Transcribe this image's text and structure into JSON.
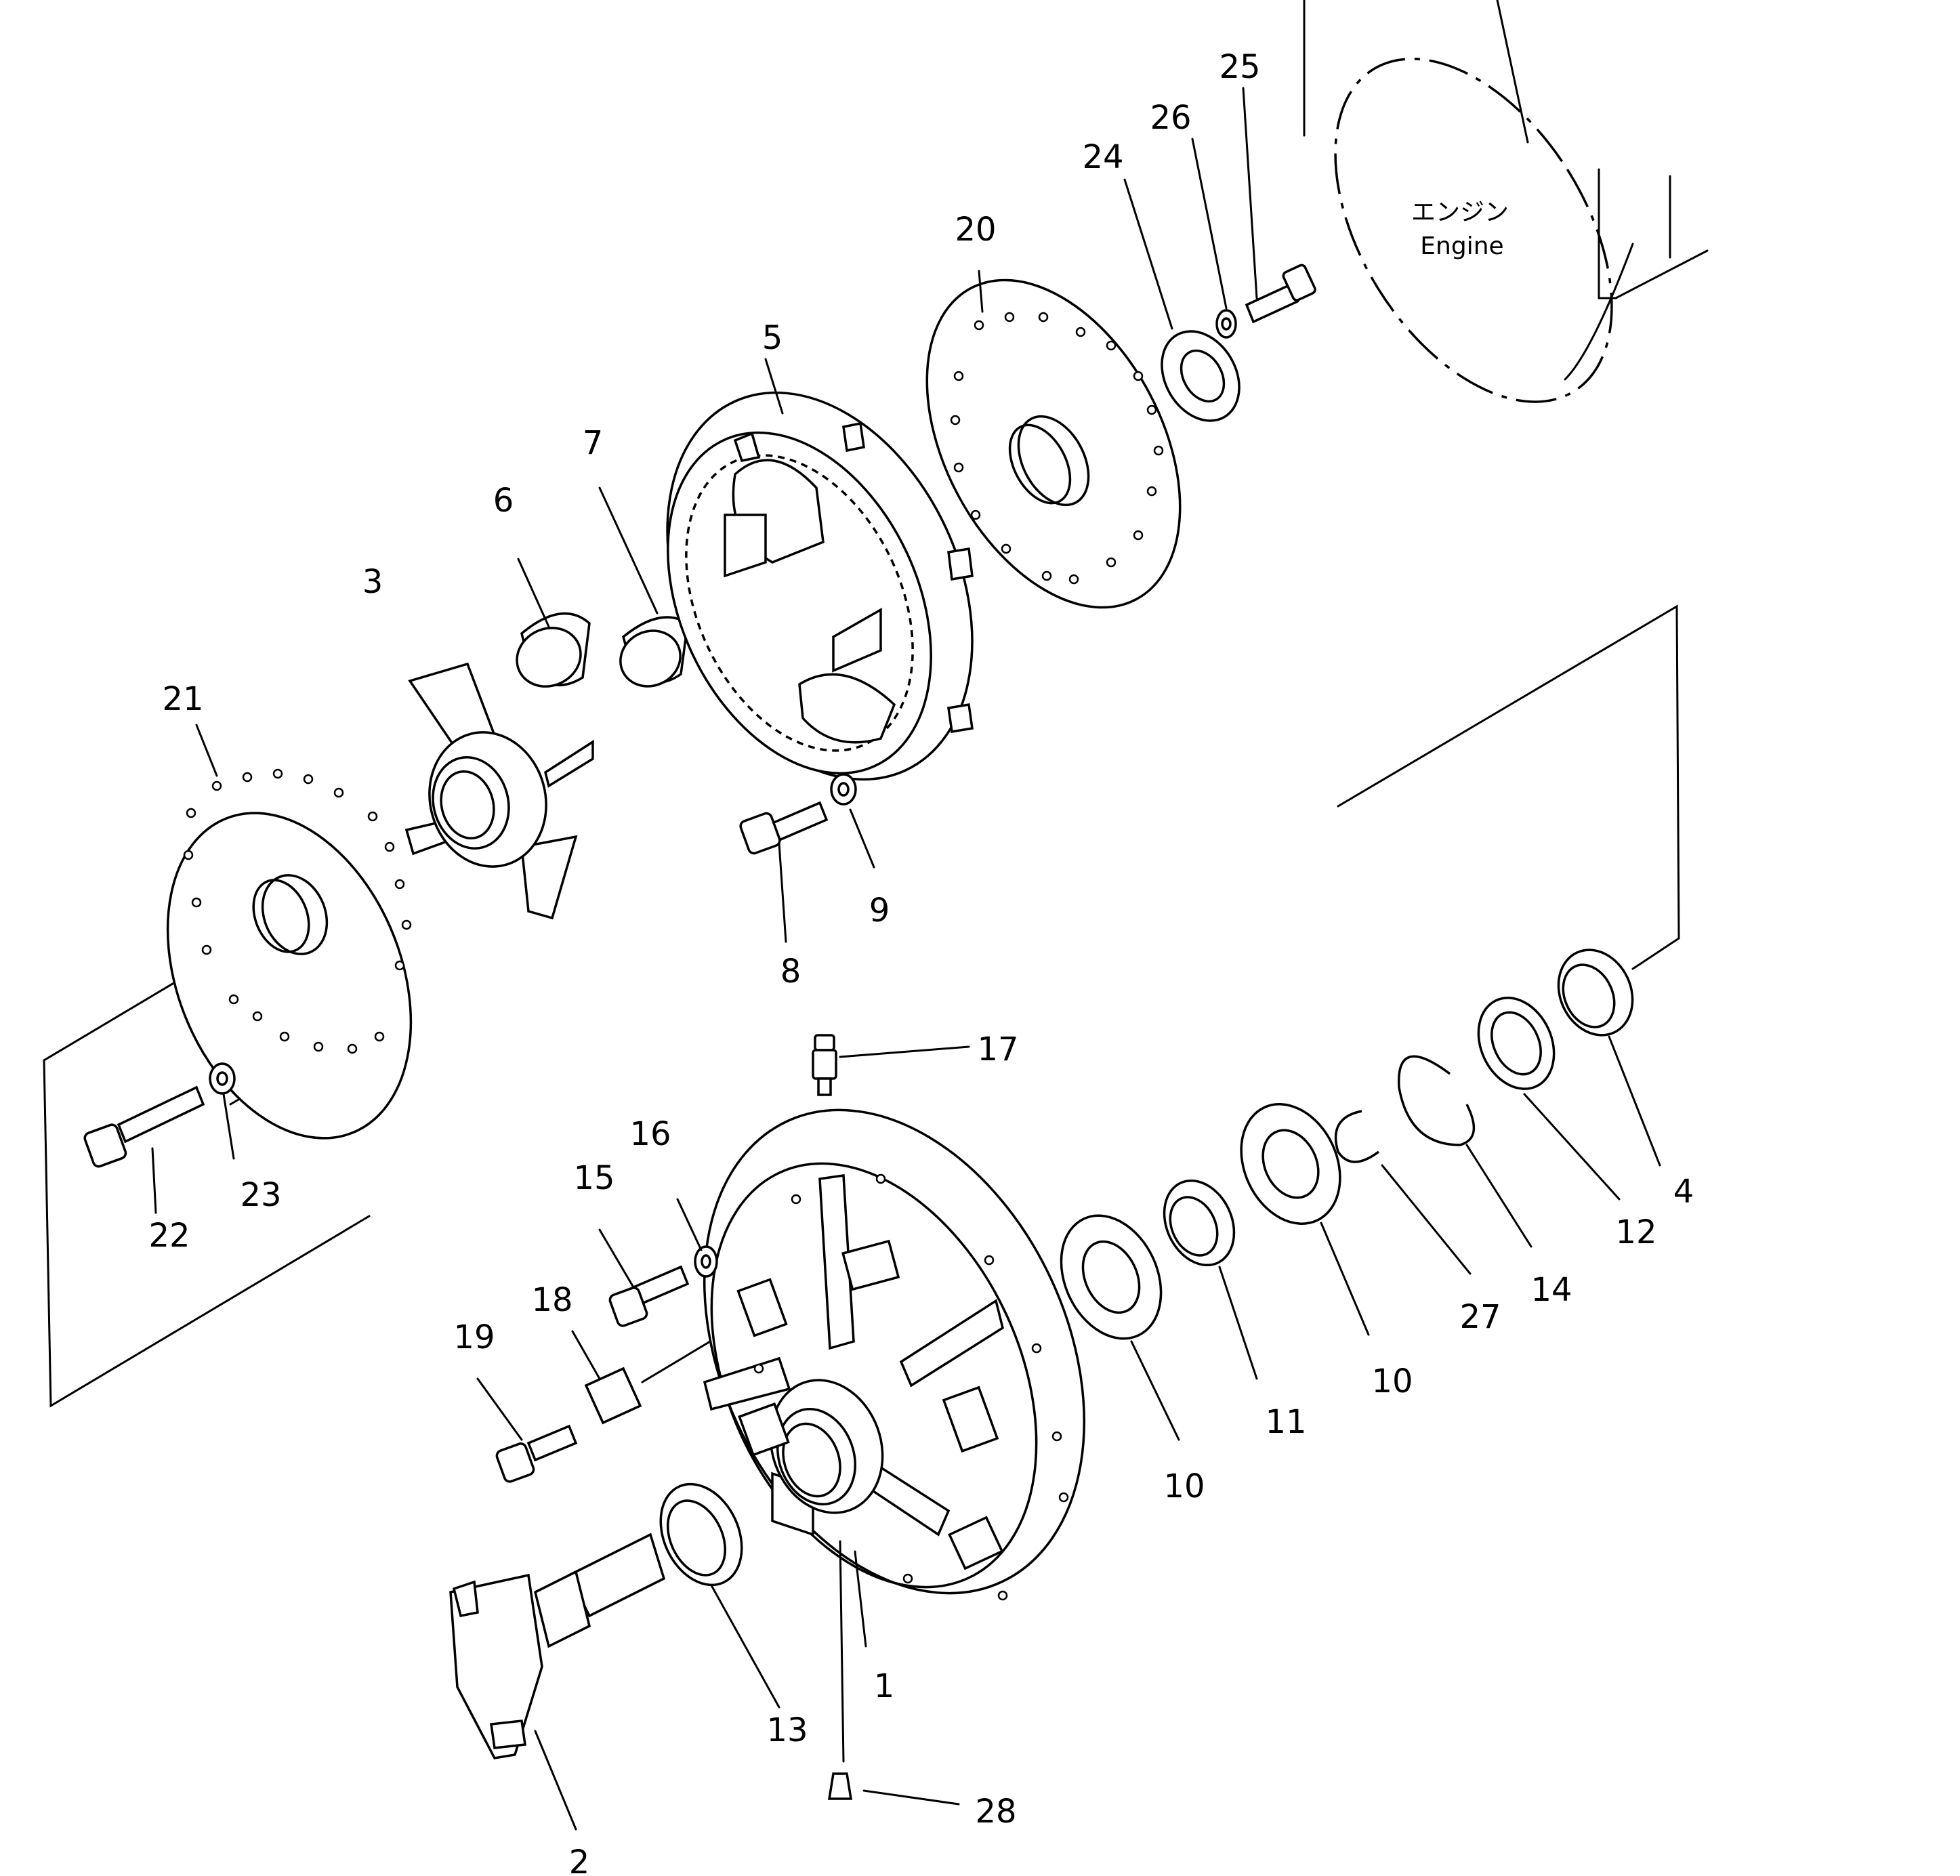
{
  "engine_label": {
    "jp": "エンジン",
    "en": "Engine"
  },
  "callouts": [
    {
      "id": "c1",
      "text": "1"
    },
    {
      "id": "c2",
      "text": "2"
    },
    {
      "id": "c3",
      "text": "3"
    },
    {
      "id": "c4",
      "text": "4"
    },
    {
      "id": "c5",
      "text": "5"
    },
    {
      "id": "c6",
      "text": "6"
    },
    {
      "id": "c7",
      "text": "7"
    },
    {
      "id": "c8",
      "text": "8"
    },
    {
      "id": "c9",
      "text": "9"
    },
    {
      "id": "c10a",
      "text": "10"
    },
    {
      "id": "c10b",
      "text": "10"
    },
    {
      "id": "c11",
      "text": "11"
    },
    {
      "id": "c12",
      "text": "12"
    },
    {
      "id": "c13",
      "text": "13"
    },
    {
      "id": "c14",
      "text": "14"
    },
    {
      "id": "c15",
      "text": "15"
    },
    {
      "id": "c16",
      "text": "16"
    },
    {
      "id": "c17",
      "text": "17"
    },
    {
      "id": "c18",
      "text": "18"
    },
    {
      "id": "c19",
      "text": "19"
    },
    {
      "id": "c20",
      "text": "20"
    },
    {
      "id": "c21",
      "text": "21"
    },
    {
      "id": "c22",
      "text": "22"
    },
    {
      "id": "c23",
      "text": "23"
    },
    {
      "id": "c24",
      "text": "24"
    },
    {
      "id": "c25",
      "text": "25"
    },
    {
      "id": "c26",
      "text": "26"
    },
    {
      "id": "c27",
      "text": "27"
    },
    {
      "id": "c28",
      "text": "28"
    }
  ]
}
